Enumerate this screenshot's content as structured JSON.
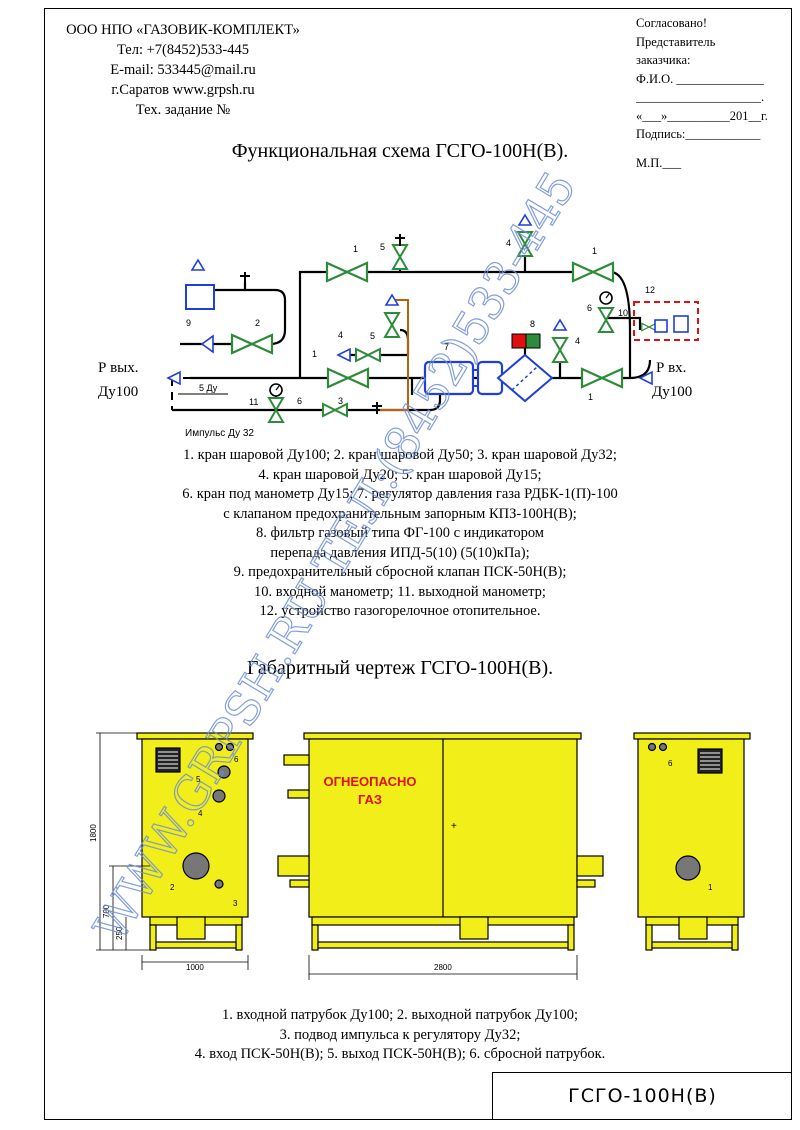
{
  "company": {
    "name": "ООО НПО «ГАЗОВИК-КОМПЛЕКТ»",
    "phone": "Тел: +7(8452)533-445",
    "email": "E-mail: 533445@mail.ru",
    "city_site": "г.Саратов  www.grpsh.ru",
    "task": "Тех. задание №"
  },
  "approval": {
    "agreed": "Согласовано!",
    "representative": "Представитель",
    "customer": "заказчика:",
    "fio": "Ф.И.О. ______________",
    "blank_line": "____________________.",
    "date": "«___»__________201__г.",
    "signature": "Подпись:____________",
    "seal": "М.П.___"
  },
  "functional": {
    "title": "Функциональная схема ГСГО-100Н(В).",
    "outlet_label": "Р вых.",
    "outlet_dn": "Ду100",
    "inlet_label": "Р вх.",
    "inlet_dn": "Ду100",
    "bypass_dn": "5 Ду",
    "impulse_label": "Импульс Ду 32",
    "numbers": [
      "1",
      "1",
      "1",
      "1",
      "2",
      "3",
      "4",
      "4",
      "4",
      "5",
      "5",
      "6",
      "6",
      "7",
      "8",
      "9",
      "10",
      "11",
      "12"
    ],
    "legend": [
      "1. кран шаровой Ду100; 2. кран шаровой Ду50; 3. кран шаровой Ду32;",
      "4. кран шаровой Ду20; 5. кран шаровой Ду15;",
      "6. кран под манометр Ду15; 7. регулятор давления газа РДБК-1(П)-100",
      "с клапаном предохранительным запорным КПЗ-100Н(В);",
      "8. фильтр газовый типа ФГ-100 с индикатором",
      "перепада давления ИПД-5(10) (5(10)кПа);",
      "9. предохранительный сбросной клапан ПСК-50Н(В);",
      "10. входной манометр; 11. выходной манометр;",
      "12. устройство газогорелочное отопительное."
    ]
  },
  "dimensional": {
    "title": "Габаритный чертеж ГСГО-100Н(В).",
    "dims": {
      "height": "1800",
      "mid": "700",
      "low": "250",
      "side_width": "1000",
      "front_width": "2800"
    },
    "sign_line1": "ОГНЕОПАСНО",
    "sign_line2": "ГАЗ",
    "plus": "+",
    "numbers_left": [
      "6",
      "5",
      "4",
      "2",
      "3"
    ],
    "number_right": [
      "6",
      "1"
    ],
    "legend": [
      "1. входной патрубок Ду100; 2. выходной патрубок Ду100;",
      "3. подвод импульса к регулятору Ду32;",
      "4. вход ПСК-50Н(В); 5. выход ПСК-50Н(В); 6. сбросной патрубок."
    ]
  },
  "stamp": "ГСГО-100Н(В)",
  "watermark": "WWW.GRPSH.RU  ТЕЛ:(8452)533-445",
  "colors": {
    "valve_green": "#2e8b3a",
    "pipe": "#000000",
    "equipment_blue": "#1f3fd6",
    "cabinet_yellow": "#f2ee1a",
    "sign_red": "#e01010",
    "relief_line": "#b8620e",
    "watermark_blue": "#6e8fd6"
  }
}
